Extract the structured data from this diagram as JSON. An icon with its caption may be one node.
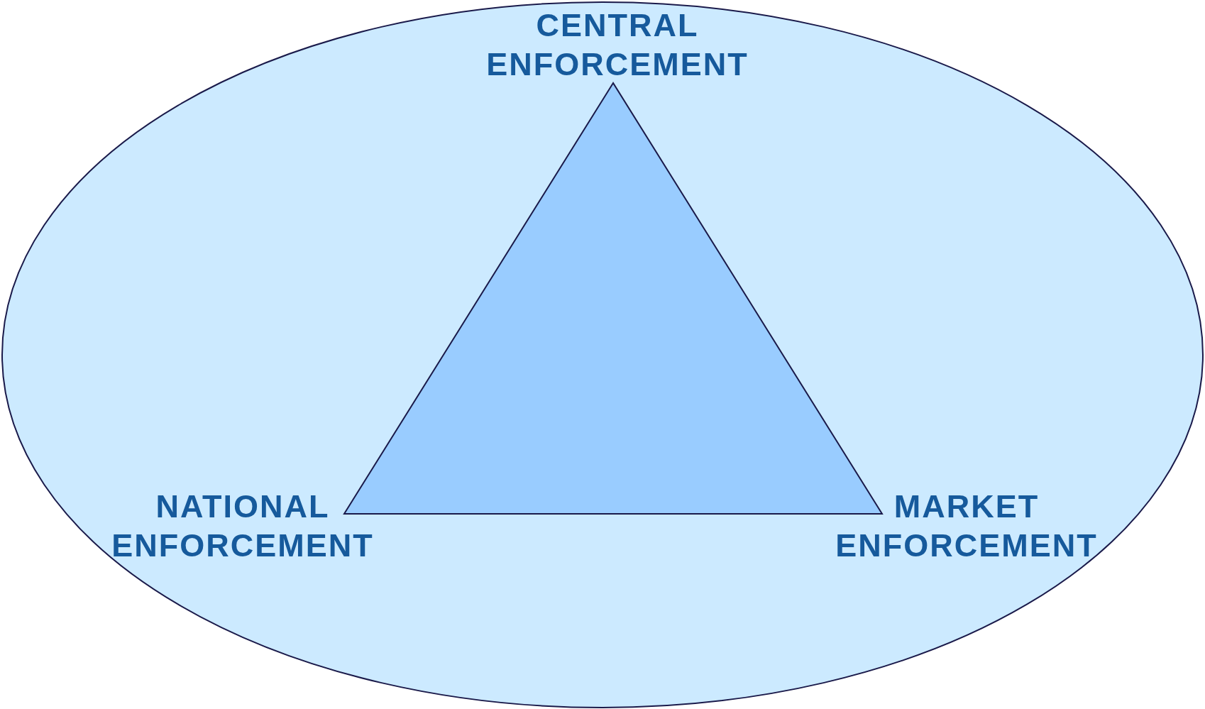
{
  "diagram": {
    "nodes": [
      {
        "text": [],
        "shape": "ellipse"
      },
      {
        "text": [],
        "shape": "triangle",
        "in": 0
      }
    ],
    "labels": [
      "CENTRAL ENFORCEMENT",
      "NATIONAL ENFORCEMENT",
      "MARKET ENFORCEMENT"
    ]
  }
}
